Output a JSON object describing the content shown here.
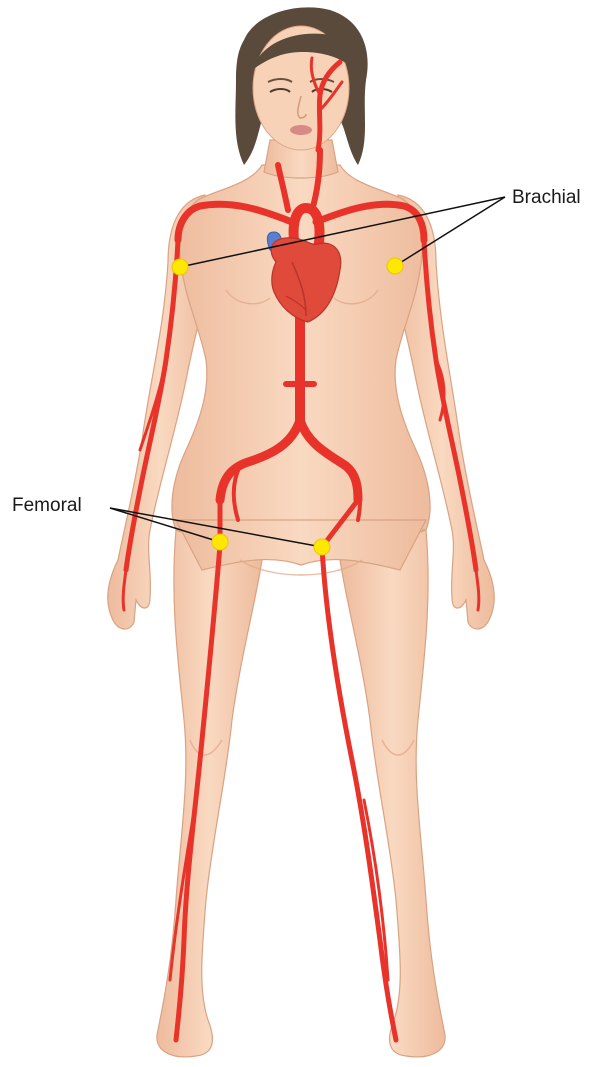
{
  "labels": {
    "brachial": "Brachial",
    "femoral": "Femoral"
  },
  "colors": {
    "skin": "#f6cfb2",
    "skin_shadow": "#e8b294",
    "hair": "#5a4a3c",
    "artery": "#e8332a",
    "heart": "#e04a3a",
    "vein": "#5a7fd0",
    "pulse_point": "#ffe800",
    "leader_line": "#111111"
  },
  "pulse_points": [
    {
      "name": "brachial-right",
      "group": "brachial"
    },
    {
      "name": "brachial-left",
      "group": "brachial"
    },
    {
      "name": "femoral-right",
      "group": "femoral"
    },
    {
      "name": "femoral-left",
      "group": "femoral"
    }
  ]
}
